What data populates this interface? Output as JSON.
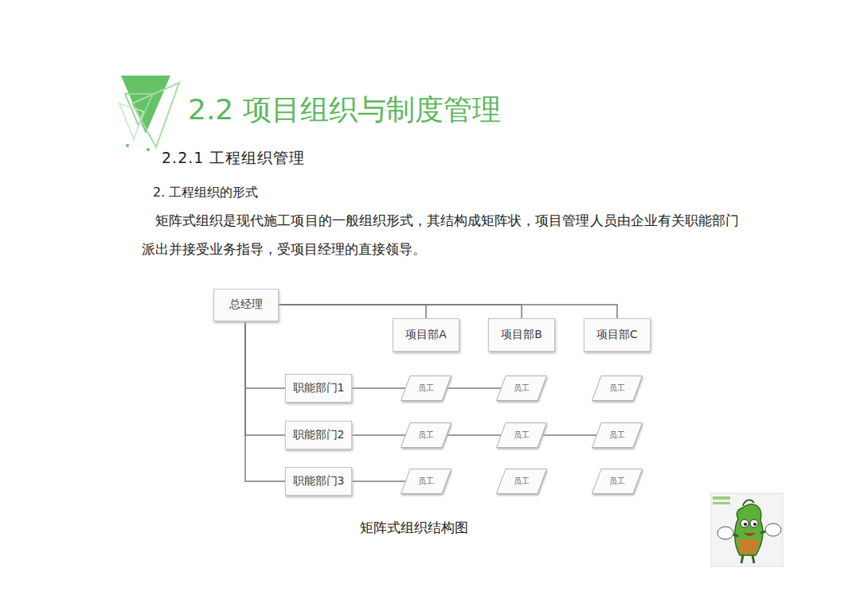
{
  "diagram": {
    "title": "2.2 项目组织与制度管理",
    "caption": "矩阵式组织结构图",
    "nodes": [
      {
        "text": [
          "总经理"
        ]
      },
      {
        "text": [
          "项目部A"
        ]
      },
      {
        "text": [
          "项目部B"
        ]
      },
      {
        "text": [
          "项目部C"
        ]
      },
      {
        "text": [
          "职能部门1"
        ]
      },
      {
        "text": [
          "员工"
        ]
      },
      {
        "text": [
          "员工"
        ]
      },
      {
        "text": [
          "员工"
        ]
      },
      {
        "text": [
          "职能部门2"
        ]
      },
      {
        "text": [
          "员工"
        ]
      },
      {
        "text": [
          "员工"
        ]
      },
      {
        "text": [
          "员工"
        ]
      },
      {
        "text": [
          "职能部门3"
        ]
      },
      {
        "text": [
          "员工"
        ]
      },
      {
        "text": [
          "员工"
        ]
      },
      {
        "text": [
          "员工"
        ]
      }
    ],
    "edges": [
      {
        "from": 0,
        "to": 1,
        "arrow": "none"
      },
      {
        "from": 0,
        "to": 2,
        "arrow": "none"
      },
      {
        "from": 0,
        "to": 3,
        "arrow": "none"
      },
      {
        "from": 0,
        "to": 4,
        "arrow": "none"
      },
      {
        "from": 0,
        "to": 8,
        "arrow": "none"
      },
      {
        "from": 0,
        "to": 12,
        "arrow": "none"
      },
      {
        "from": 4,
        "to": 5,
        "arrow": "none"
      },
      {
        "from": 5,
        "to": 6,
        "arrow": "none"
      },
      {
        "from": 8,
        "to": 9,
        "arrow": "none"
      },
      {
        "from": 9,
        "to": 10,
        "arrow": "none"
      },
      {
        "from": 10,
        "to": 11,
        "arrow": "none"
      },
      {
        "from": 12,
        "to": 13,
        "arrow": "none"
      }
    ],
    "labels": [
      "2.2.1 工程组织管理",
      "2. 工程组织的形式",
      "矩阵式组织是现代施工项目的一般组织形式，其结构成矩阵状，项目管理人员由企业有关职能部门派出并接受业务指导，受项目经理的直接领导。"
    ]
  }
}
